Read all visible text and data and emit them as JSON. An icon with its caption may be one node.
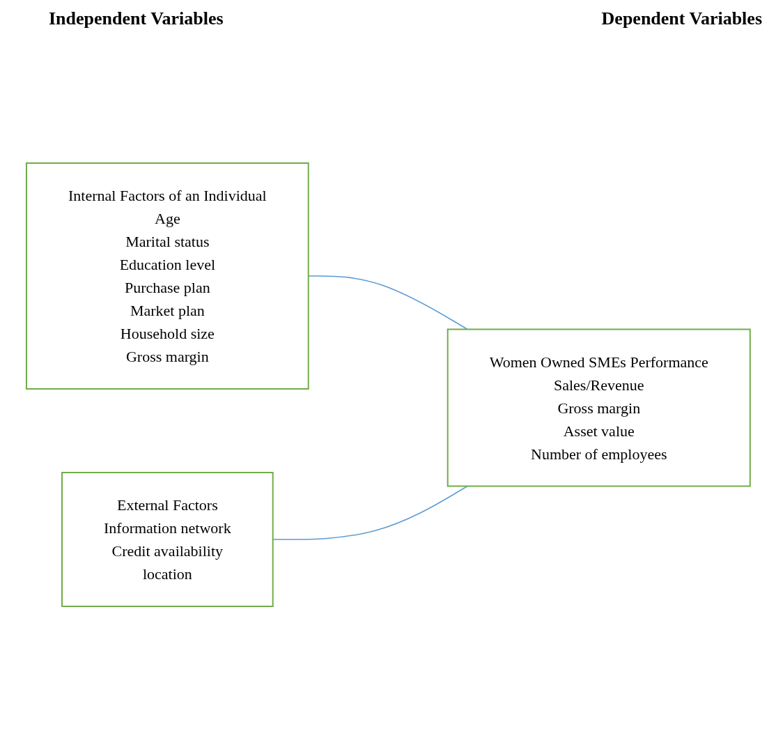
{
  "diagram": {
    "nodes": [
      {
        "text": [
          "Internal Factors of an Individual",
          "Age",
          "Marital status",
          "Education level",
          "Purchase plan",
          "Market plan",
          "Household size",
          "Gross margin"
        ]
      },
      {
        "text": [
          "External Factors",
          "Information network",
          "Credit availability",
          "location"
        ]
      },
      {
        "text": [
          "Women Owned SMEs Performance",
          "Sales/Revenue",
          "Gross margin",
          "Asset value",
          "Number of employees"
        ]
      }
    ],
    "edges": [
      {
        "from": 0,
        "to": 2,
        "arrow": "none"
      },
      {
        "from": 1,
        "to": 2,
        "arrow": "none"
      }
    ],
    "labels": [
      "Independent Variables",
      "Dependent Variables"
    ]
  }
}
